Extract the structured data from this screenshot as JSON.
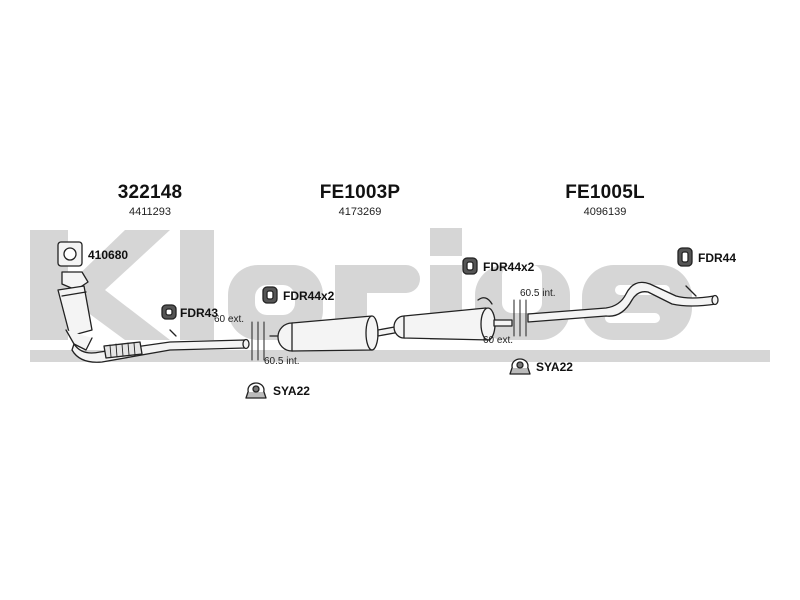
{
  "watermark": {
    "text": "Klarius"
  },
  "parts": [
    {
      "code": "322148",
      "ref": "4411293"
    },
    {
      "code": "FE1003P",
      "ref": "4173269"
    },
    {
      "code": "FE1005L",
      "ref": "4096139"
    }
  ],
  "fittings": {
    "gasket": "410680",
    "fdr43": "FDR43",
    "fdr44x2_left": "FDR44x2",
    "fdr44x2_right": "FDR44x2",
    "fdr44": "FDR44",
    "sya22_left": "SYA22",
    "sya22_right": "SYA22"
  },
  "dimensions": {
    "d1": "60 ext.",
    "d2": "60.5 int.",
    "d3": "60.5 int.",
    "d4": "60 ext."
  },
  "colors": {
    "watermark": "#d6d6d6",
    "line": "#222222",
    "fill": "#f2f2f2"
  }
}
